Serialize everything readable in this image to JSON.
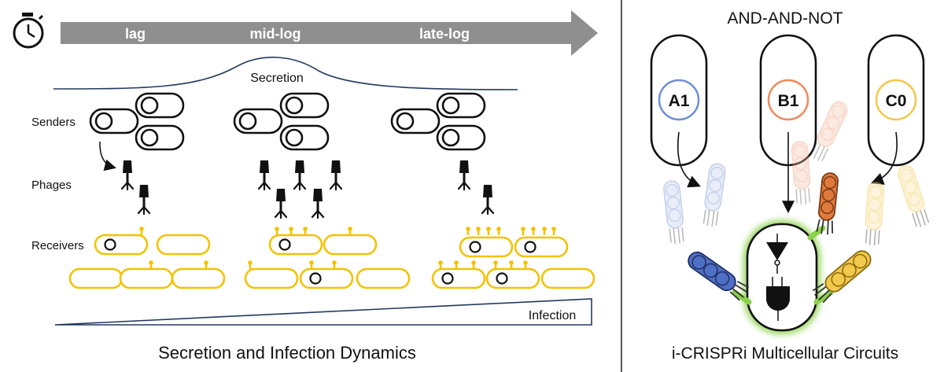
{
  "left_panel": {
    "caption": "Secretion and Infection Dynamics",
    "phases": [
      "lag",
      "mid-log",
      "late-log"
    ],
    "secretion_label": "Secretion",
    "infection_label": "Infection",
    "row_labels": {
      "senders": "Senders",
      "phages": "Phages",
      "receivers": "Receivers"
    },
    "icons": [
      "stopwatch-icon",
      "phage-icon",
      "sender-cell-icon",
      "receiver-cell-icon"
    ],
    "colors": {
      "arrow": "#8f8f8f",
      "receiver": "#f2c200",
      "curve": "#223a5e"
    }
  },
  "right_panel": {
    "title": "AND-AND-NOT",
    "caption": "i-CRISPRi Multicellular Circuits",
    "inputs": [
      {
        "label": "A1",
        "color": "#6f8fd6"
      },
      {
        "label": "B1",
        "color": "#ee8a5c"
      },
      {
        "label": "C0",
        "color": "#f2c94c"
      }
    ],
    "icons": [
      "not-gate-icon",
      "and-gate-icon",
      "phage-icon"
    ],
    "colors": {
      "glow": "#8bd14a",
      "blue": "#4f6fc4",
      "orange": "#e07a3a",
      "yellow": "#f2c94c"
    }
  }
}
